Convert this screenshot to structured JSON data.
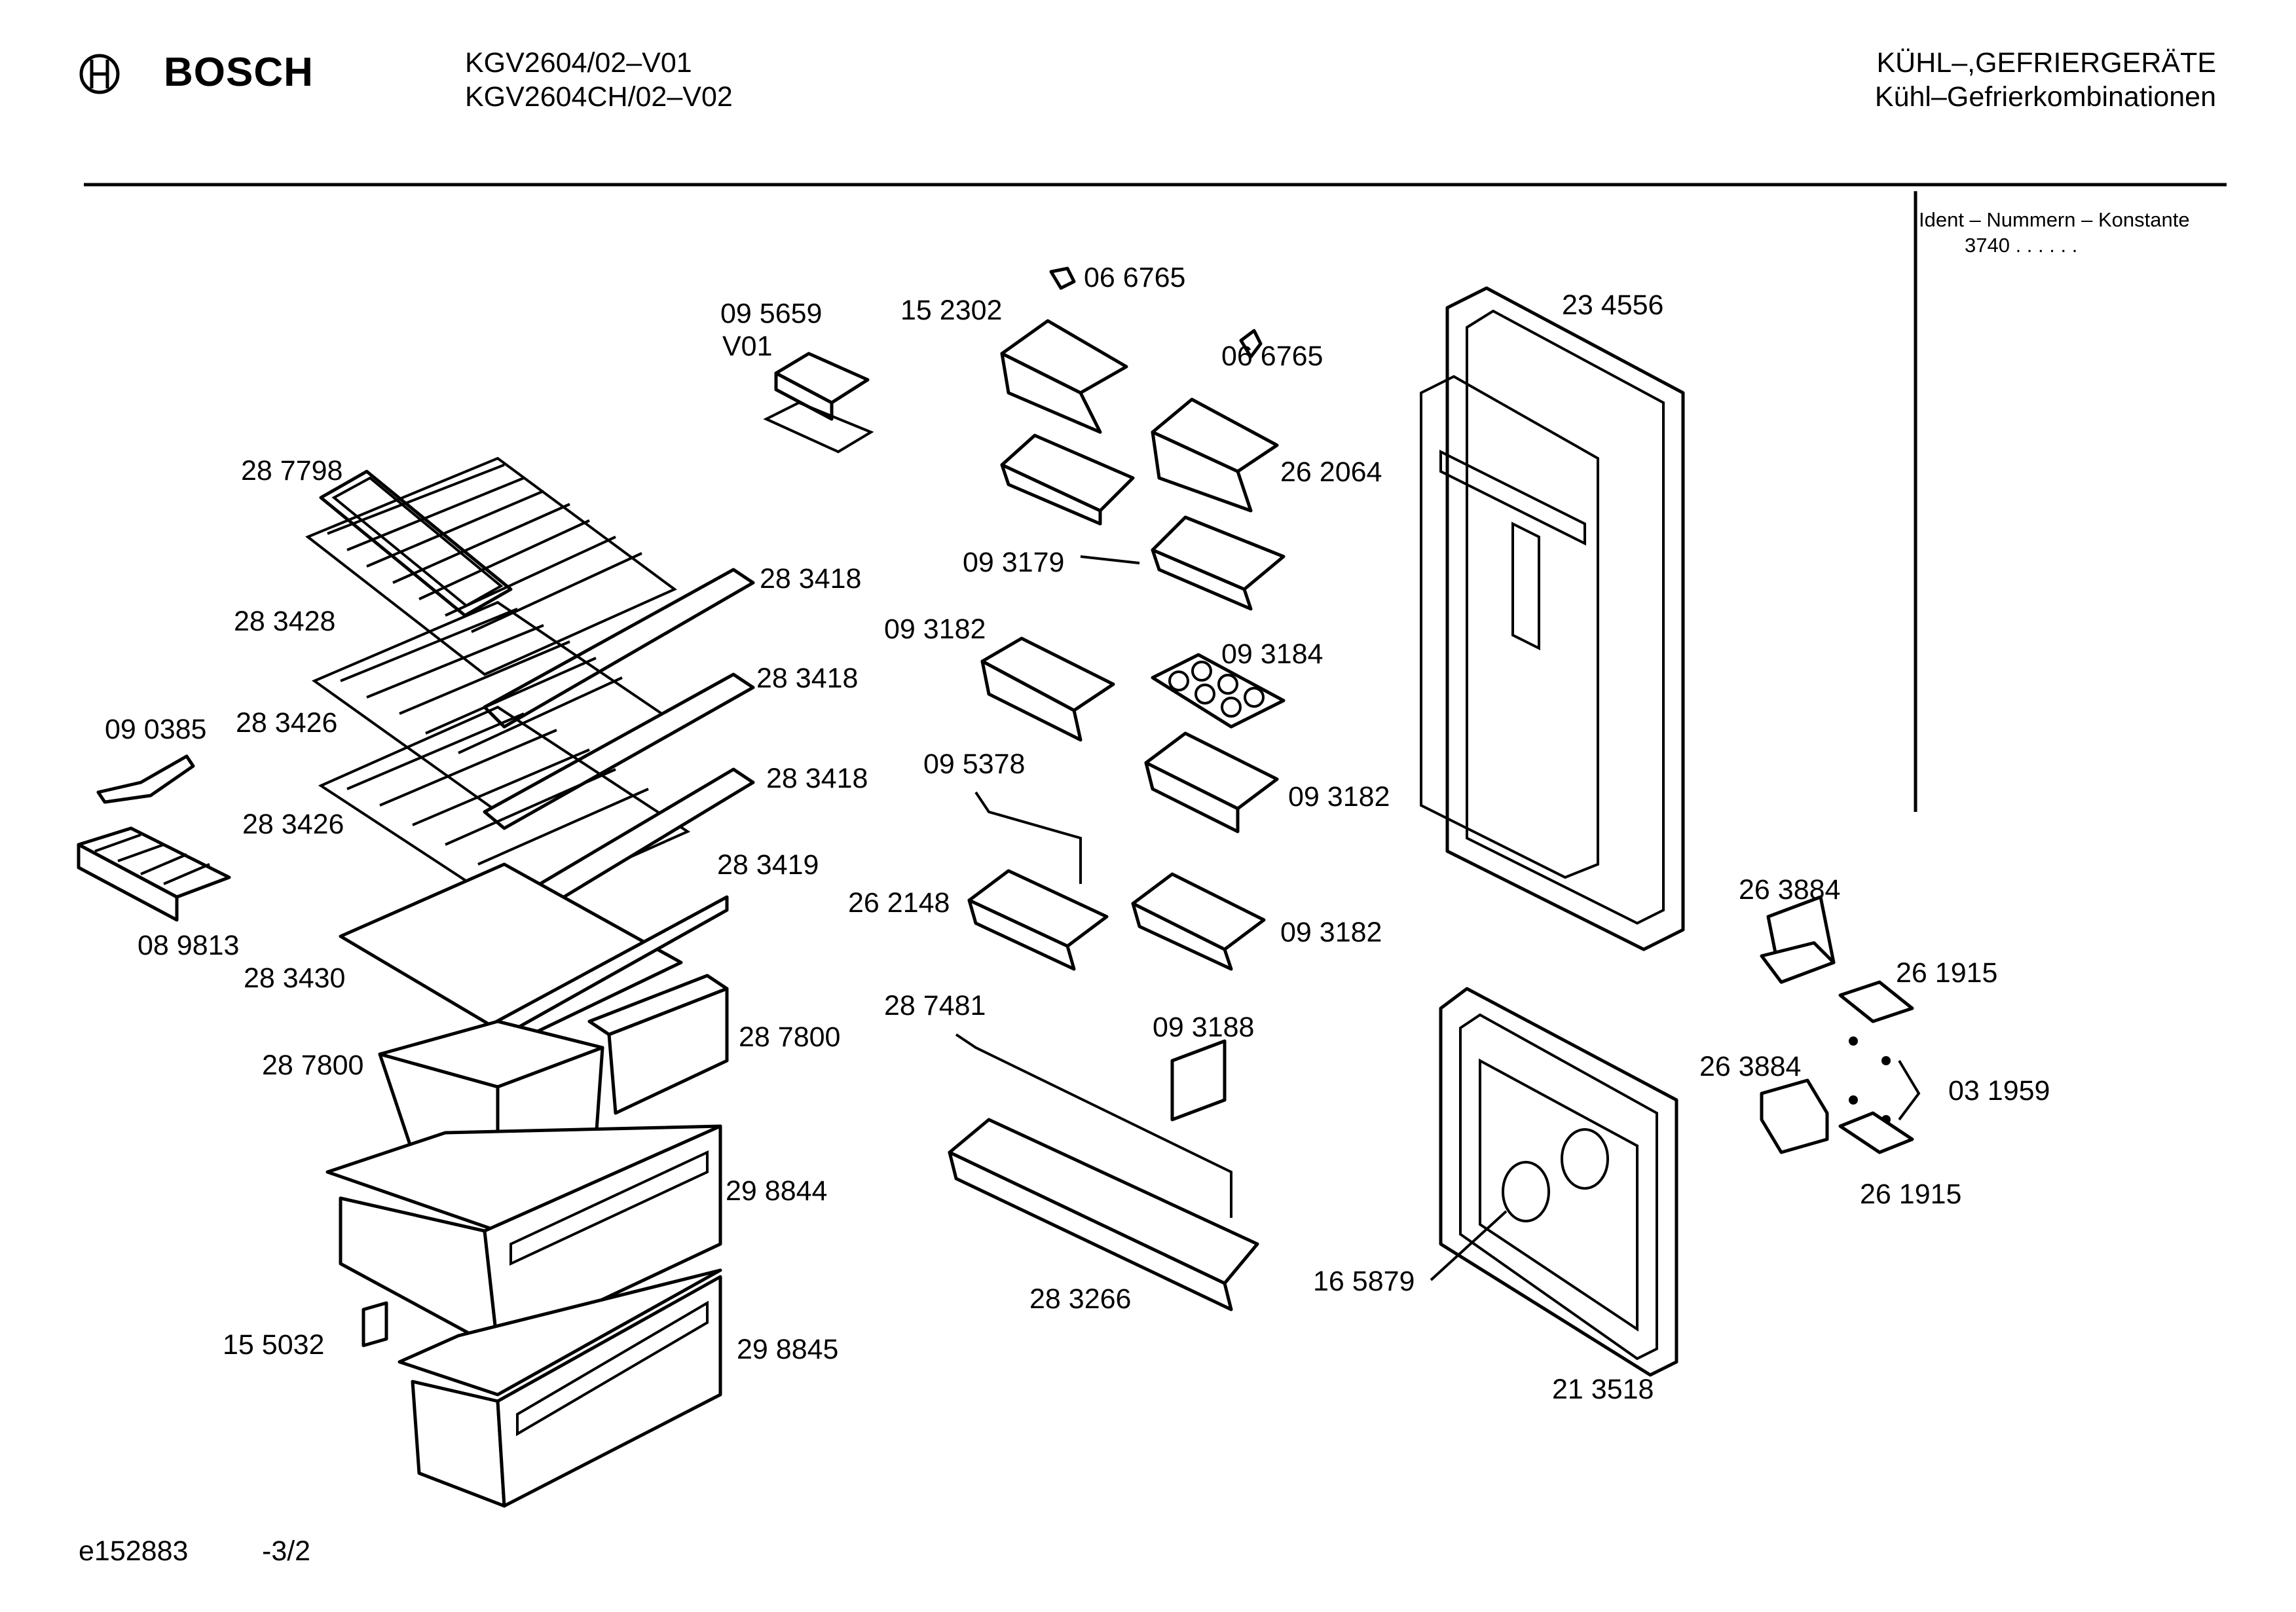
{
  "header": {
    "brand": "BOSCH",
    "model_line1": "KGV2604/02–V01",
    "model_line2": "KGV2604CH/02–V02",
    "category_line1": "KÜHL–,GEFRIERGERÄTE",
    "category_line2": "Kühl–Gefrierkombinationen"
  },
  "ident": {
    "title": "Ident – Nummern – Konstante",
    "value": "3740 . .   . . . ."
  },
  "footer": {
    "doc_id": "e152883",
    "page": "-3/2"
  },
  "parts": [
    {
      "id": "p_095659",
      "text": "09 5659"
    },
    {
      "id": "p_v01",
      "text": "V01"
    },
    {
      "id": "p_152302",
      "text": "15 2302"
    },
    {
      "id": "p_066765a",
      "text": "06 6765"
    },
    {
      "id": "p_066765b",
      "text": "06 6765"
    },
    {
      "id": "p_234556",
      "text": "23 4556"
    },
    {
      "id": "p_287798",
      "text": "28 7798"
    },
    {
      "id": "p_262064",
      "text": "26 2064"
    },
    {
      "id": "p_283418a",
      "text": "28 3418"
    },
    {
      "id": "p_093179",
      "text": "09 3179"
    },
    {
      "id": "p_283428",
      "text": "28 3428"
    },
    {
      "id": "p_093182a",
      "text": "09 3182"
    },
    {
      "id": "p_093184",
      "text": "09 3184"
    },
    {
      "id": "p_283418b",
      "text": "28 3418"
    },
    {
      "id": "p_090385",
      "text": "09 0385"
    },
    {
      "id": "p_283426a",
      "text": "28 3426"
    },
    {
      "id": "p_095378",
      "text": "09 5378"
    },
    {
      "id": "p_283418c",
      "text": "28 3418"
    },
    {
      "id": "p_093182b",
      "text": "09 3182"
    },
    {
      "id": "p_283426b",
      "text": "28 3426"
    },
    {
      "id": "p_283419",
      "text": "28 3419"
    },
    {
      "id": "p_263884a",
      "text": "26 3884"
    },
    {
      "id": "p_262148",
      "text": "26 2148"
    },
    {
      "id": "p_093182c",
      "text": "09 3182"
    },
    {
      "id": "p_089813",
      "text": "08 9813"
    },
    {
      "id": "p_283430",
      "text": "28 3430"
    },
    {
      "id": "p_261915a",
      "text": "26 1915"
    },
    {
      "id": "p_287481",
      "text": "28 7481"
    },
    {
      "id": "p_093188",
      "text": "09 3188"
    },
    {
      "id": "p_287800a",
      "text": "28 7800"
    },
    {
      "id": "p_287800b",
      "text": "28 7800"
    },
    {
      "id": "p_263884b",
      "text": "26 3884"
    },
    {
      "id": "p_031959",
      "text": "03 1959"
    },
    {
      "id": "p_298844",
      "text": "29 8844"
    },
    {
      "id": "p_261915b",
      "text": "26 1915"
    },
    {
      "id": "p_165879",
      "text": "16 5879"
    },
    {
      "id": "p_283266",
      "text": "28 3266"
    },
    {
      "id": "p_155032",
      "text": "15 5032"
    },
    {
      "id": "p_298845",
      "text": "29 8845"
    },
    {
      "id": "p_213518",
      "text": "21 3518"
    }
  ]
}
